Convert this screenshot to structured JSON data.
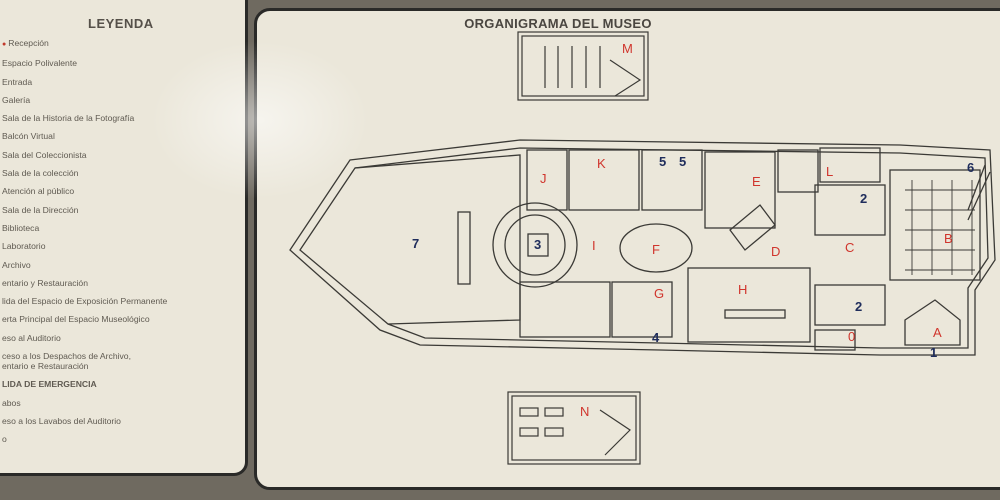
{
  "legend": {
    "title": "LEYENDA",
    "items": [
      "Recepción",
      "Espacio Polivalente",
      "Entrada",
      "Galería",
      "Sala de la Historia de la Fotografía",
      "Balcón Virtual",
      "Sala del Coleccionista",
      "Sala de la colección",
      "Atención al público",
      "Sala de la Dirección",
      "Biblioteca",
      "Laboratorio",
      "Archivo",
      "entario y Restauración",
      "lida del Espacio de Exposición Permanente",
      "erta Principal del Espacio Museológico",
      "eso al Auditorio",
      "ceso a los Despachos de Archivo,\nentario e Restauración",
      "LIDA DE EMERGENCIA",
      "abos",
      "eso a los Lavabos del Auditorio",
      "o"
    ]
  },
  "map": {
    "title": "ORGANIGRAMA DEL MUSEO",
    "letters": [
      "A",
      "B",
      "C",
      "D",
      "E",
      "F",
      "G",
      "H",
      "I",
      "J",
      "K",
      "L",
      "M",
      "N"
    ],
    "numbers": [
      "0",
      "1",
      "2",
      "2",
      "3",
      "4",
      "5",
      "5",
      "6",
      "7"
    ]
  },
  "colors": {
    "paper": "#ebe7da",
    "line": "#3b3a36",
    "letter": "#d0352c",
    "number": "#1f2d5c"
  }
}
